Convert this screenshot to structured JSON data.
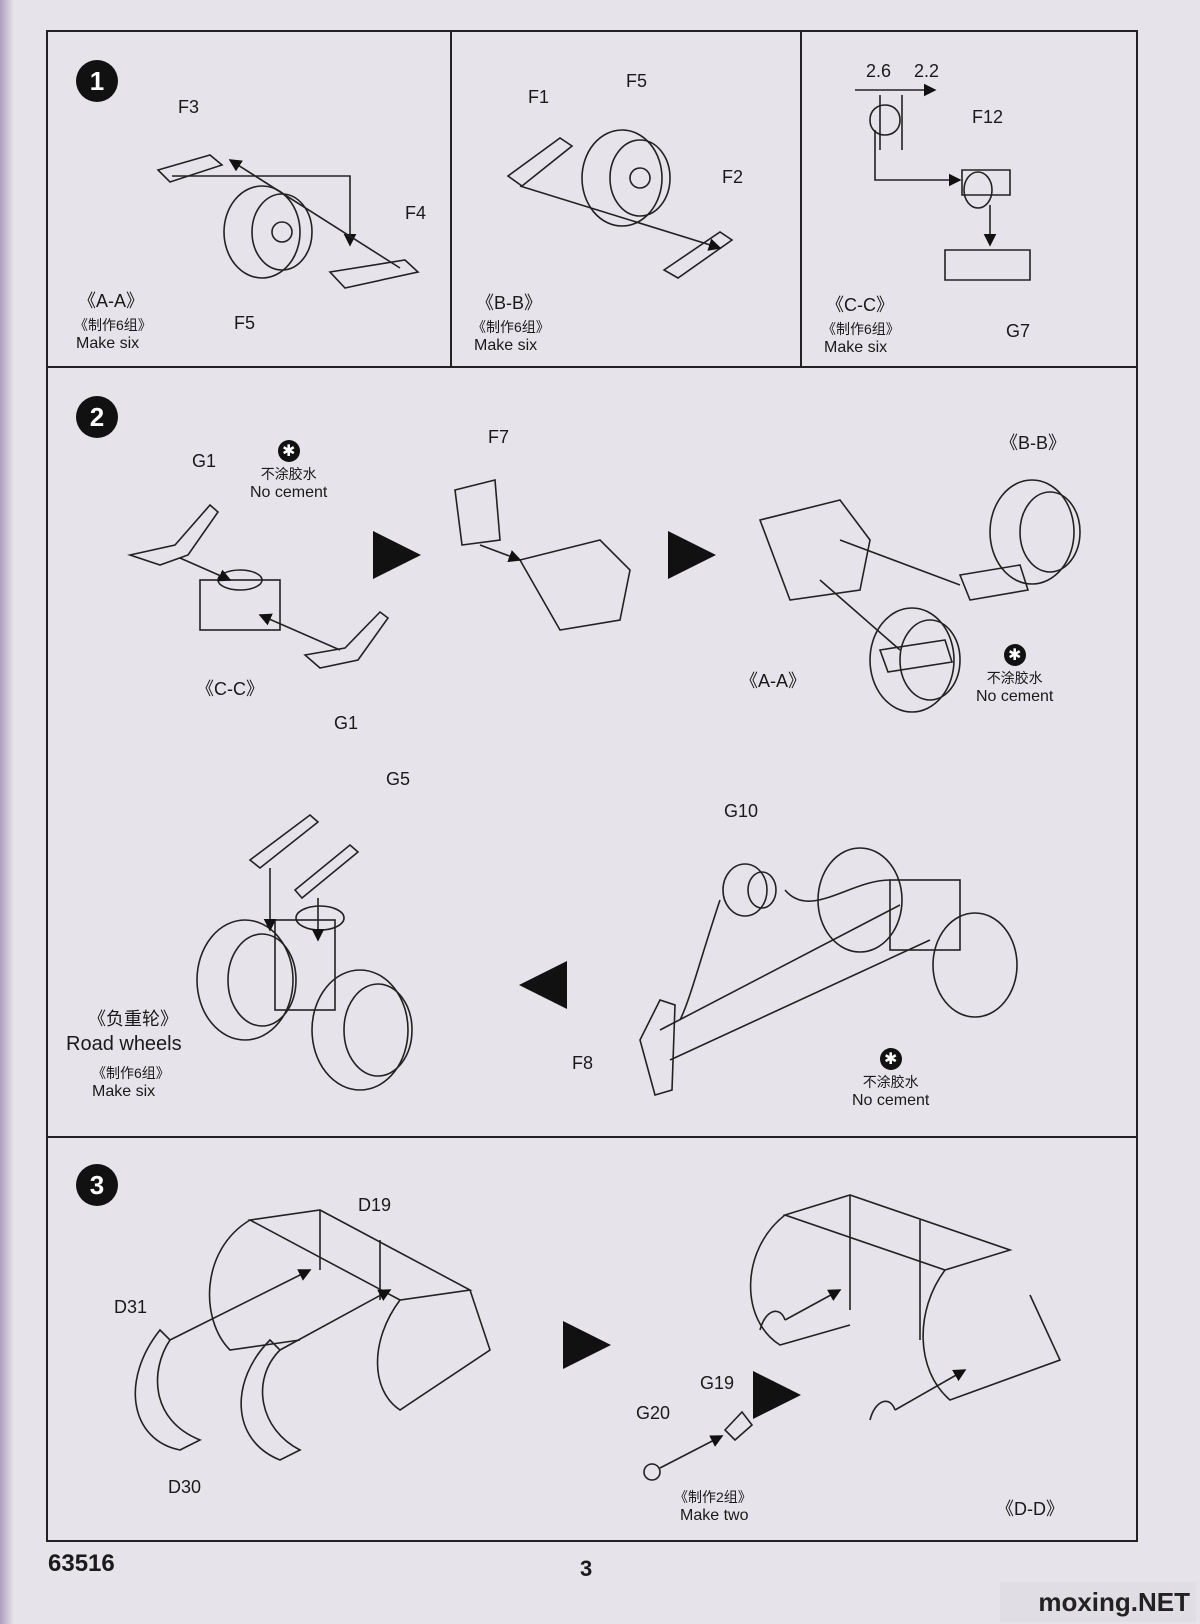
{
  "step1": {
    "number": "1",
    "panel_a": {
      "parts": [
        "F3",
        "F4",
        "F5"
      ],
      "subassembly": "《A-A》",
      "cn_note": "《制作6组》",
      "en_note": "Make six"
    },
    "panel_b": {
      "parts": [
        "F1",
        "F5",
        "F2"
      ],
      "subassembly": "《B-B》",
      "cn_note": "《制作6组》",
      "en_note": "Make six"
    },
    "panel_c": {
      "dimensions": [
        "2.6",
        "2.2"
      ],
      "parts": [
        "F12",
        "G7"
      ],
      "subassembly": "《C-C》",
      "cn_note": "《制作6组》",
      "en_note": "Make six"
    }
  },
  "step2": {
    "number": "2",
    "row1": {
      "part_g1": "G1",
      "sub_cc": "《C-C》",
      "part_f7": "F7",
      "sub_bb": "《B-B》",
      "sub_aa": "《A-A》",
      "nocement_cn": "不涂胶水",
      "nocement_en": "No cement"
    },
    "row2": {
      "part_g5": "G5",
      "part_g10": "G10",
      "part_f8": "F8",
      "title_cn": "《负重轮》",
      "title_en": "Road wheels",
      "cn_note": "《制作6组》",
      "en_note": "Make six",
      "nocement_cn": "不涂胶水",
      "nocement_en": "No cement"
    }
  },
  "step3": {
    "number": "3",
    "parts_left": [
      "D19",
      "D31",
      "D30"
    ],
    "parts_right": [
      "G19",
      "G20"
    ],
    "cn_note": "《制作2组》",
    "en_note": "Make two",
    "subassembly": "《D-D》"
  },
  "footer": {
    "kit_code": "63516",
    "page_number": "3",
    "watermark": "moxing.NET"
  },
  "colors": {
    "paper": "#e6e3ea",
    "ink": "#1a1a1a",
    "frame": "#222222",
    "arrow": "#555555"
  }
}
